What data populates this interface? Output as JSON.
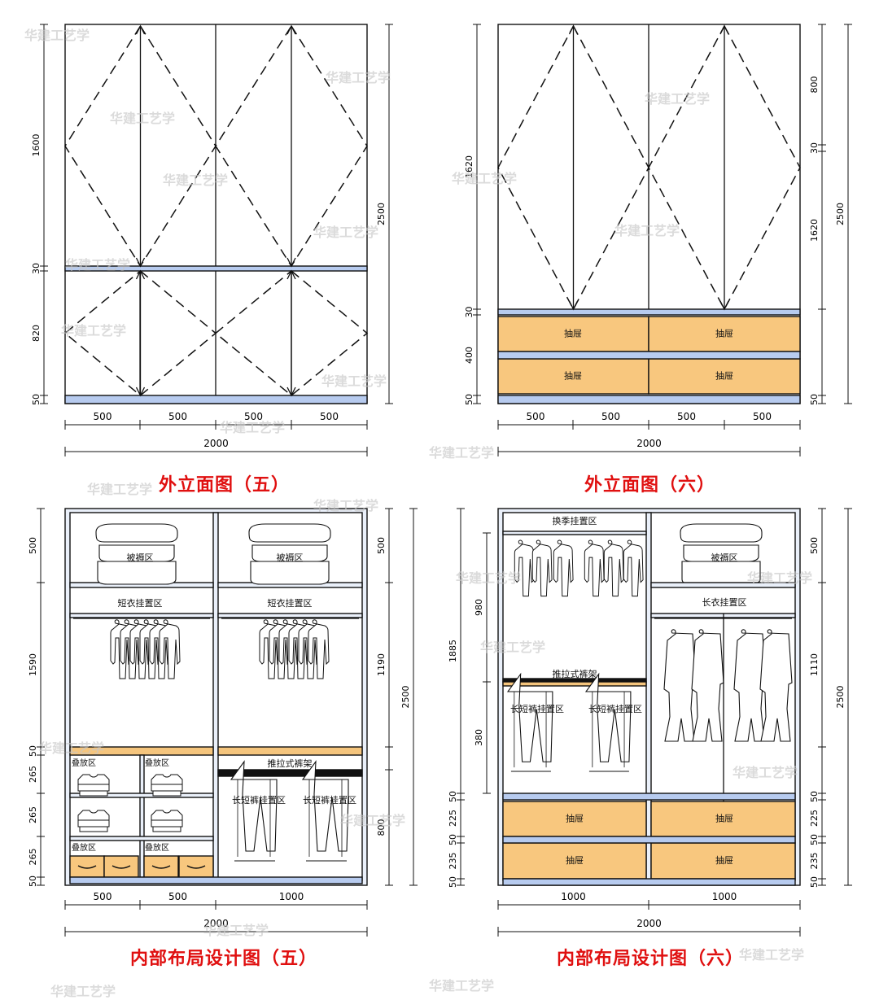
{
  "titles": {
    "p1": "外立面图（五）",
    "p2": "外立面图（六）",
    "p3": "内部布局设计图（五）",
    "p4": "内部布局设计图（六）"
  },
  "watermark": "华建工艺学",
  "colors": {
    "rail": "#b7cbef",
    "drawer": "#f8c77e",
    "shelf_accent": "#f5c57d",
    "frame_bg": "#eaf0fa",
    "line": "#111111"
  },
  "p1": {
    "left_dims": [
      "1600",
      "30",
      "820",
      "50"
    ],
    "right_dims": [
      "2500"
    ],
    "bottom_dims": [
      "500",
      "500",
      "500",
      "500"
    ],
    "total": "2000"
  },
  "p2": {
    "left_dims": [
      "1620",
      "30",
      "400",
      "50"
    ],
    "right_dims": [
      "800",
      "30",
      "2500",
      "1620",
      "50"
    ],
    "bottom_dims": [
      "500",
      "500",
      "500",
      "500"
    ],
    "total": "2000",
    "drawer_label": "抽屉"
  },
  "p3": {
    "left_dims": [
      "500",
      "1590",
      "50",
      "265",
      "265",
      "265",
      "50"
    ],
    "right_dims": [
      "500",
      "1190",
      "2500",
      "800"
    ],
    "bottom_dims": [
      "500",
      "500",
      "1000"
    ],
    "total": "2000",
    "labels": {
      "quilt": "被褥区",
      "short_hang": "短衣挂置区",
      "fold": "叠放区",
      "pull_rack": "推拉式裤架",
      "pants": "长短裤挂置区"
    }
  },
  "p4": {
    "left_dims": [
      "1885",
      "980",
      "380",
      "50",
      "225",
      "50",
      "235",
      "50"
    ],
    "right_dims": [
      "500",
      "1110",
      "2500",
      "50",
      "225",
      "50",
      "235",
      "50"
    ],
    "bottom_dims": [
      "1000",
      "1000"
    ],
    "total": "2000",
    "labels": {
      "season_hang": "换季挂置区",
      "quilt": "被褥区",
      "long_hang": "长衣挂置区",
      "pull_rack": "推拉式裤架",
      "pants": "长短裤挂置区",
      "drawer": "抽屉"
    }
  }
}
